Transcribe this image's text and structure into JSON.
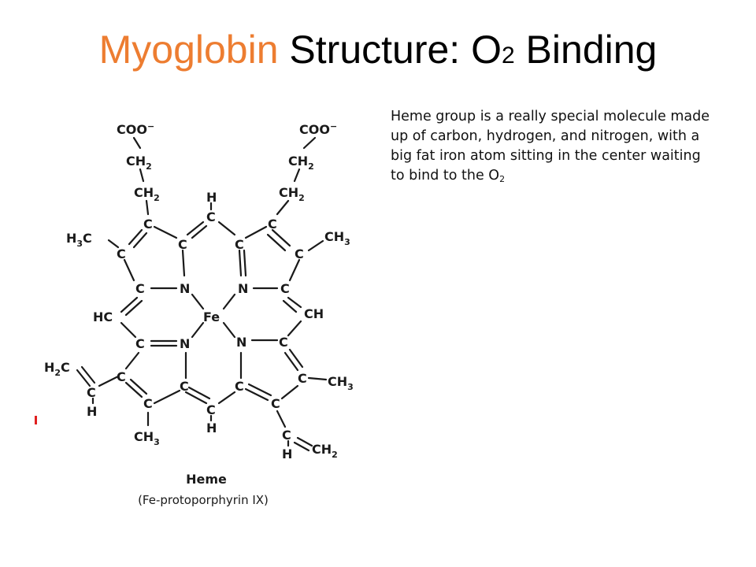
{
  "title": {
    "accent": "Myoglobin",
    "main": " Structure:  O",
    "sub": "2",
    "tail": " Binding"
  },
  "description": {
    "text": "Heme group is a really special molecule made up of carbon, hydrogen, and nitrogen, with a big fat iron atom sitting in the center waiting to bind to the O",
    "sub": "2"
  },
  "heme": {
    "atoms": {
      "coo_left": "COO",
      "coo_left_sup": "−",
      "ch2_left_1": "CH",
      "ch2_left_1_sub": "2",
      "ch2_left_2": "CH",
      "ch2_left_2_sub": "2",
      "coo_right": "COO",
      "coo_right_sup": "−",
      "ch2_right_1": "CH",
      "ch2_right_1_sub": "2",
      "ch2_right_2": "CH",
      "ch2_right_2_sub": "2",
      "h_top": "H",
      "c_top": "C",
      "c_a": "C",
      "c_b": "C",
      "c_c": "C",
      "c_d": "C",
      "h3c_left": "H",
      "h3c_left_sub": "3",
      "h3c_left_c": "C",
      "c_e": "C",
      "c_f": "C",
      "c_g": "C",
      "ch3_right": "CH",
      "ch3_right_sub": "3",
      "c_h": "C",
      "n_ul": "N",
      "n_ur": "N",
      "c_i": "C",
      "hc_left": "HC",
      "fe": "Fe",
      "ch_right": "CH",
      "c_j": "C",
      "n_ll": "N",
      "n_lr": "N",
      "c_k": "C",
      "h2c_vinyl": "H",
      "h2c_vinyl_sub": "2",
      "h2c_vinyl_c": "C",
      "c_l": "C",
      "c_m": "C",
      "c_n": "C",
      "ch3_right_low": "CH",
      "ch3_right_low_sub": "3",
      "c_vinyl_left": "C",
      "h_vinyl_left": "H",
      "c_o": "C",
      "c_p": "C",
      "c_q": "C",
      "c_r": "C",
      "ch3_bottom": "CH",
      "ch3_bottom_sub": "3",
      "h_bottom": "H",
      "c_vinyl_right": "C",
      "h_vinyl_right": "H",
      "ch2_vinyl_right": "CH",
      "ch2_vinyl_right_sub": "2"
    },
    "caption_name": "Heme",
    "caption_formula": "(Fe-protoporphyrin IX)"
  },
  "colors": {
    "accent": "#ED7D31",
    "bond": "#1a1a1a"
  }
}
